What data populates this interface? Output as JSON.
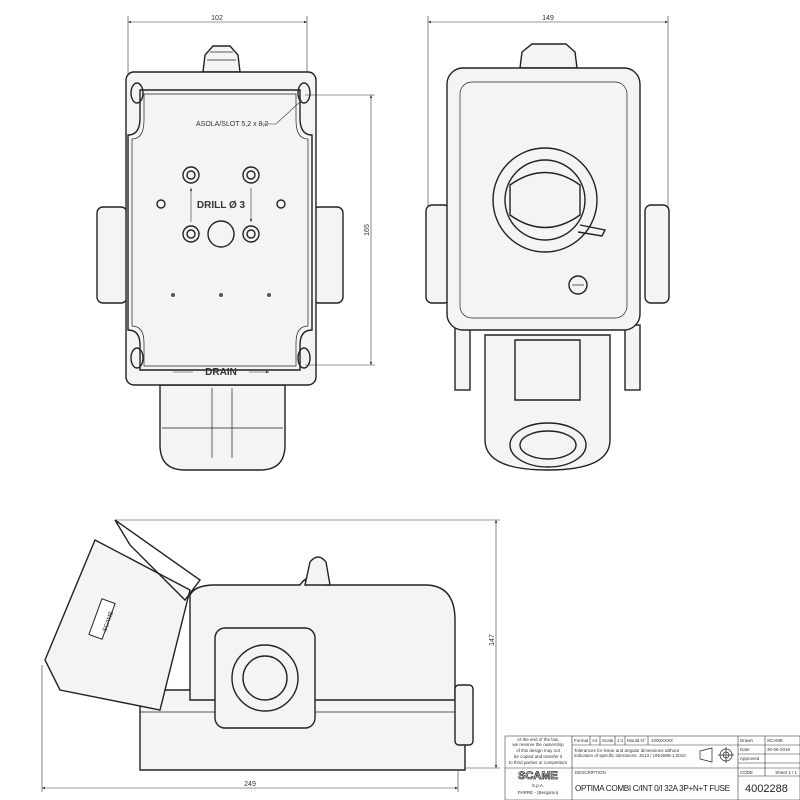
{
  "dimensions": {
    "front_width": "102",
    "front_height": "165",
    "side_width": "149",
    "side_height": "147",
    "total_length": "249"
  },
  "labels": {
    "slot": "ASOLA/SLOT  5,2 x 8,2",
    "drill": "DRILL Ø 3",
    "drain": "DRAIN",
    "socket_marking": "SCAME"
  },
  "title_block": {
    "notice": [
      "At the end of the law,",
      "we reserve the ownership",
      "of this design may not",
      "be copied and transfer it",
      "to third parties or competitors"
    ],
    "format_label": "Format",
    "format_value": "A2",
    "scale_label": "Scale",
    "scale_value": "1:1",
    "mould_label": "Mould N°",
    "mould_value": "1000XXXX",
    "drawn_label": "Drawn",
    "drawn_value": "SCAME",
    "date_label": "Date",
    "date_value": "30-06-2016",
    "approved_label": "Approved",
    "tolerances": [
      "Tolerances for linear and angular dimensions without",
      "indication of specific tolerances: JS13 / UNI2889-1:2010"
    ],
    "logo": "SCAME",
    "company": "S.p.A.",
    "location": "PARRE - (Bergamo)",
    "description_label": "DESCRIPTION",
    "description": "OPTIMA COMBI C/INT 0/I 32A 3P+N+T FUSE",
    "code_label": "CODE",
    "sheet": "Sheet 1 / 1",
    "code": "4002288"
  }
}
